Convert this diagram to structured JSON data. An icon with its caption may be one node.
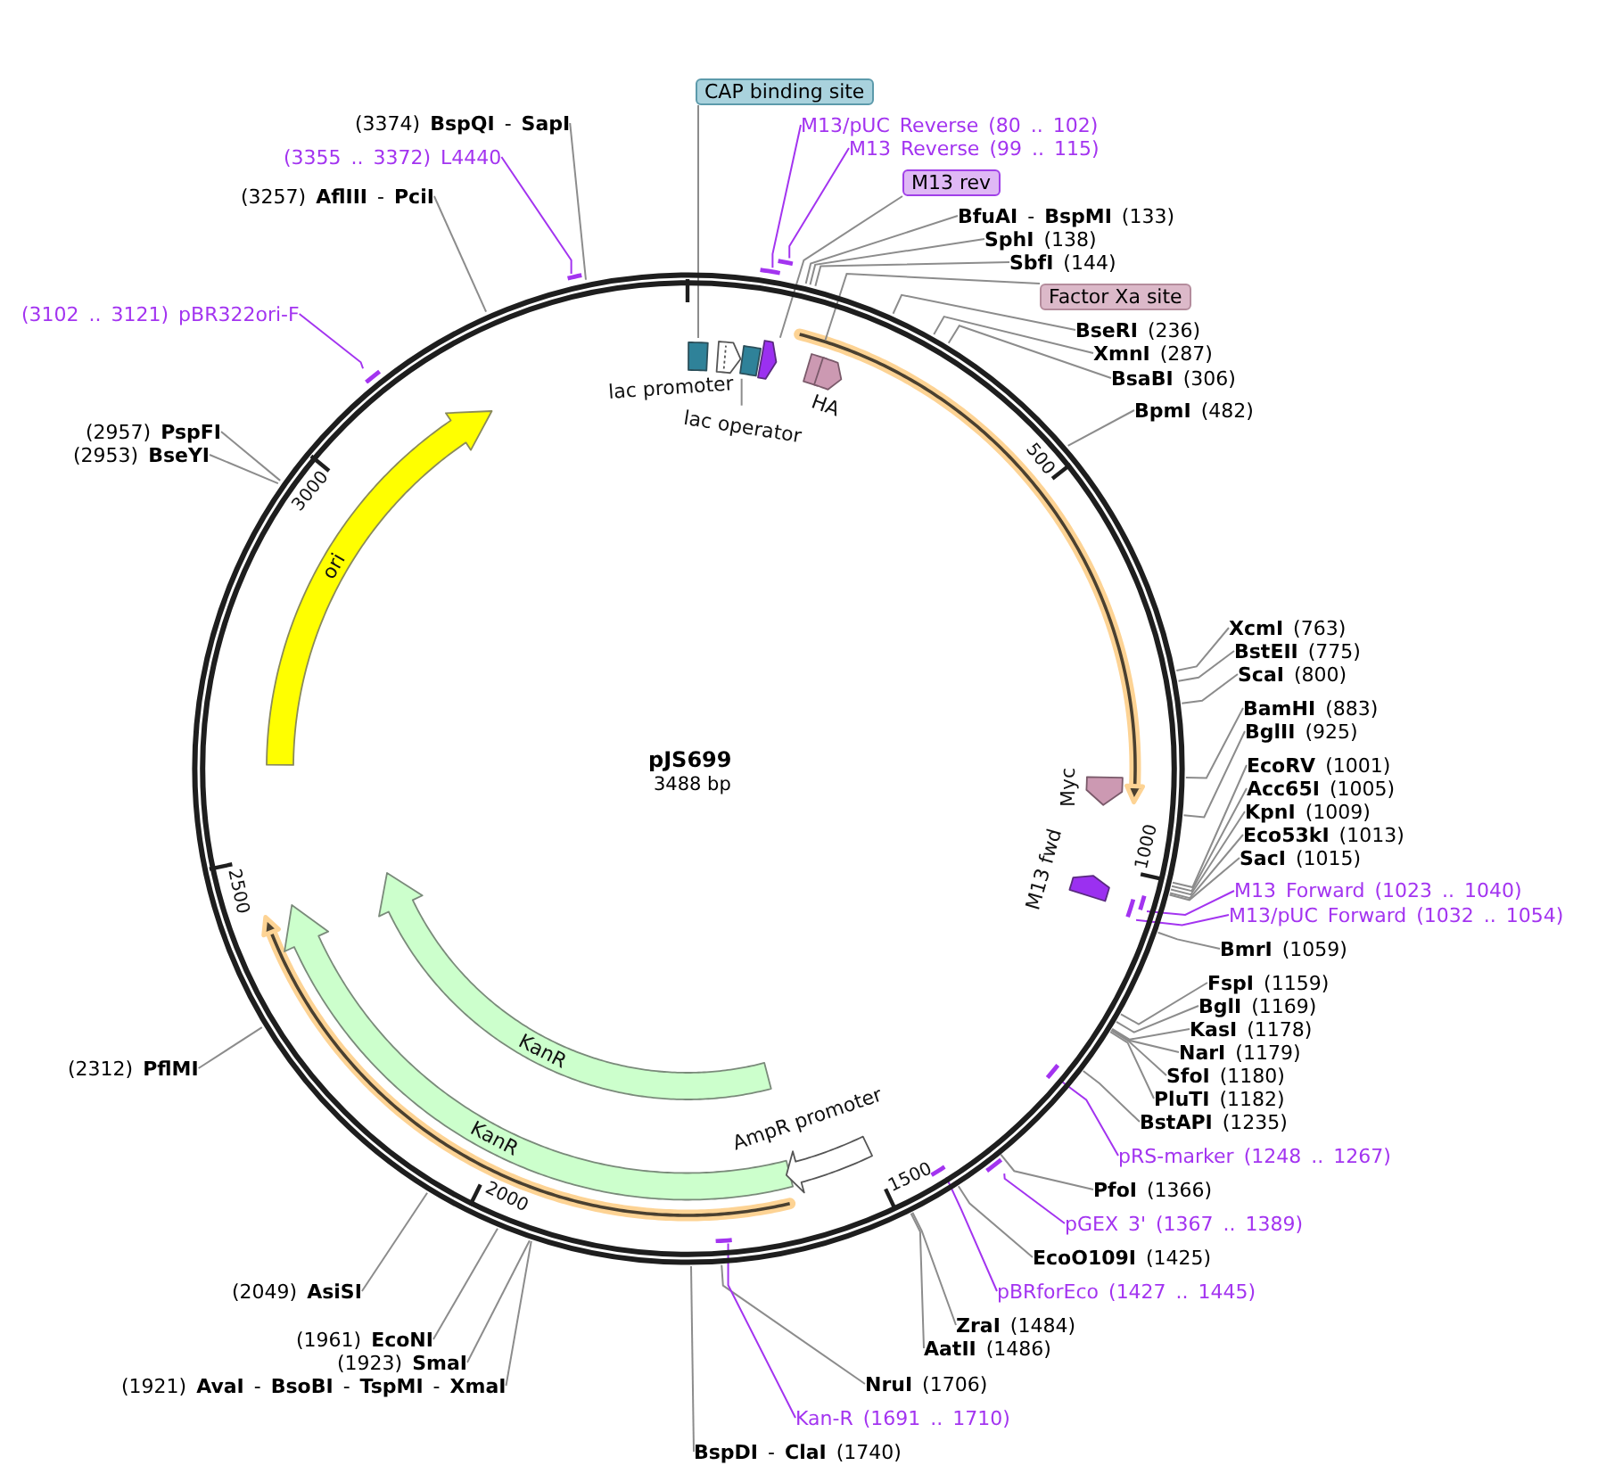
{
  "diagram": {
    "nodes": [
      {
        "text": [
          "pJS699",
          "3488 bp"
        ]
      },
      {
        "text": [],
        "shape": "box",
        "in": 0
      },
      {
        "text": [
          "lac promoter"
        ],
        "in": 0
      },
      {
        "text": [],
        "shape": "box",
        "in": 0
      },
      {
        "text": [],
        "shape": "arrow",
        "in": 0
      },
      {
        "text": [
          "HA"
        ],
        "in": 0
      },
      {
        "text": [
          "lac operator"
        ],
        "in": 0
      },
      {
        "text": [
          "ori"
        ],
        "in": 0
      },
      {
        "text": [
          "Myc"
        ],
        "in": 0
      },
      {
        "text": [
          "M13 fwd"
        ],
        "in": 0
      },
      {
        "text": [
          "KanR"
        ],
        "in": 0
      },
      {
        "text": [
          "KanR"
        ],
        "in": 0
      },
      {
        "text": [
          "AmpR promoter"
        ],
        "in": 0
      },
      {
        "text": [
          "CAP binding site"
        ]
      },
      {
        "text": [
          "(3374) **BspQI** - **SapI**"
        ]
      },
      {
        "text": [
          "M13/pUC Reverse (80 .. 102)"
        ]
      },
      {
        "text": [
          "M13 Reverse (99 .. 115)"
        ]
      },
      {
        "text": [
          "(3355 .. 3372) L4440"
        ]
      },
      {
        "text": [
          "M13 rev"
        ]
      },
      {
        "text": [
          "(3257) **AflIII** - **PciI**"
        ]
      },
      {
        "text": [
          "**BfuAI** - **BspMI** (133)"
        ]
      },
      {
        "text": [
          "**SphI** (138)"
        ]
      },
      {
        "text": [
          "**SbfI** (144)"
        ]
      },
      {
        "text": [],
        "shape": "bar"
      },
      {
        "text": [],
        "shape": "bar"
      },
      {
        "text": [],
        "shape": "bar"
      },
      {
        "text": [
          "Factor Xa site"
        ]
      },
      {
        "text": [
          "(3102 .. 3121) pBR322ori-F"
        ]
      },
      {
        "text": [
          "**BseRI** (236)"
        ]
      },
      {
        "text": [
          "**XmnI** (287)"
        ]
      },
      {
        "text": [],
        "shape": "bar"
      },
      {
        "text": [
          "**BsaBI** (306)"
        ]
      },
      {
        "text": [
          "**BpmI** (482)"
        ]
      },
      {
        "text": [
          "(2957) **PspFI**"
        ]
      },
      {
        "text": [
          "(2953) **BseYI**"
        ]
      },
      {
        "text": [
          "**XcmI** (763)"
        ]
      },
      {
        "text": [
          "**BstEII** (775)"
        ]
      },
      {
        "text": [
          "**ScaI** (800)"
        ]
      },
      {
        "text": [
          "**BamHI** (883)"
        ]
      },
      {
        "text": [
          "**BglII** (925)"
        ]
      },
      {
        "text": [
          "**EcoRV** (1001)"
        ]
      },
      {
        "text": [
          "**Acc65I** (1005)"
        ]
      },
      {
        "text": [
          "**KpnI** (1009)"
        ]
      },
      {
        "text": [
          "**Eco53kI** (1013)"
        ]
      },
      {
        "text": [
          "**SacI** (1015)"
        ]
      },
      {
        "text": [
          "M13 Forward (1023 .. 1040)"
        ]
      },
      {
        "text": [],
        "shape": "bar",
        "in": 0
      },
      {
        "text": [],
        "shape": "bar",
        "in": 0
      },
      {
        "text": [
          "M13/pUC Forward (1032 .. 1054)"
        ]
      },
      {
        "text": [
          "**BmrI** (1059)"
        ]
      },
      {
        "text": [
          "**FspI** (1159)"
        ]
      },
      {
        "text": [
          "**BglI** (1169)"
        ]
      },
      {
        "text": [
          "**KasI** (1178)"
        ]
      },
      {
        "text": [
          "**NarI** (1179)"
        ]
      },
      {
        "text": [
          "(2312) **PflMI**"
        ]
      },
      {
        "text": [
          "**SfoI** (1180)"
        ]
      },
      {
        "text": [],
        "shape": "bar",
        "in": 0
      },
      {
        "text": [
          "**PluTI** (1182)"
        ]
      },
      {
        "text": [
          "**BstAPI** (1235)"
        ]
      },
      {
        "text": [
          "pRS-marker (1248 .. 1267)"
        ]
      },
      {
        "text": [],
        "shape": "bar"
      },
      {
        "text": [],
        "shape": "bar",
        "in": 0
      },
      {
        "text": [
          "**PfoI** (1366)"
        ]
      },
      {
        "text": [
          "pGEX 3' (1367 .. 1389)"
        ]
      },
      {
        "text": [],
        "shape": "bar",
        "in": 0
      },
      {
        "text": [
          "**EcoO109I** (1425)"
        ]
      },
      {
        "text": [
          "(2049) **AsiSI**"
        ]
      },
      {
        "text": [
          "pBRforEco (1427 .. 1445)"
        ]
      },
      {
        "text": [
          "**ZraI** (1484)"
        ]
      },
      {
        "text": [
          "(1961) **EcoNI**"
        ]
      },
      {
        "text": [
          "**AatII** (1486)"
        ]
      },
      {
        "text": [
          "(1923) **SmaI**"
        ]
      },
      {
        "text": [
          "**NruI** (1706)"
        ]
      },
      {
        "text": [
          "(1921) **AvaI** - **BsoBI** - **TspMI** - **XmaI**"
        ]
      },
      {
        "text": [
          "Kan-R (1691 .. 1710)"
        ]
      },
      {
        "text": [
          "**BspDI** - **ClaI** (1740)"
        ]
      }
    ],
    "edges": [
      {
        "from": 6,
        "to": 3,
        "arrow": "none"
      },
      {
        "from": 13,
        "to": 1,
        "arrow": "none"
      },
      {
        "from": 14,
        "to": 0,
        "arrow": "none"
      },
      {
        "from": 15,
        "to": 24,
        "arrow": "none",
        "color": "#a334f0"
      },
      {
        "from": 16,
        "to": 25,
        "arrow": "none",
        "color": "#a334f0"
      },
      {
        "from": 17,
        "to": 23,
        "arrow": "none",
        "color": "#a334f0"
      },
      {
        "from": 18,
        "to": 4,
        "arrow": "none"
      },
      {
        "from": 19,
        "to": 0,
        "arrow": "none"
      },
      {
        "from": 20,
        "to": 0,
        "arrow": "none"
      },
      {
        "from": 21,
        "to": 0,
        "arrow": "none"
      },
      {
        "from": 22,
        "to": 0,
        "arrow": "none"
      },
      {
        "from": 26,
        "to": 0,
        "arrow": "none"
      },
      {
        "from": 27,
        "to": 30,
        "arrow": "none",
        "color": "#a334f0"
      },
      {
        "from": 28,
        "to": 0,
        "arrow": "none"
      },
      {
        "from": 29,
        "to": 0,
        "arrow": "none"
      },
      {
        "from": 31,
        "to": 0,
        "arrow": "none"
      },
      {
        "from": 32,
        "to": 0,
        "arrow": "none"
      },
      {
        "from": 33,
        "to": 0,
        "arrow": "none"
      },
      {
        "from": 34,
        "to": 0,
        "arrow": "none"
      },
      {
        "from": 35,
        "to": 0,
        "arrow": "none"
      },
      {
        "from": 36,
        "to": 0,
        "arrow": "none"
      },
      {
        "from": 37,
        "to": 0,
        "arrow": "none"
      },
      {
        "from": 38,
        "to": 0,
        "arrow": "none"
      },
      {
        "from": 39,
        "to": 0,
        "arrow": "none"
      },
      {
        "from": 40,
        "to": 0,
        "arrow": "none"
      },
      {
        "from": 41,
        "to": 0,
        "arrow": "none"
      },
      {
        "from": 42,
        "to": 0,
        "arrow": "none"
      },
      {
        "from": 43,
        "to": 0,
        "arrow": "none"
      },
      {
        "from": 44,
        "to": 0,
        "arrow": "none"
      },
      {
        "from": 45,
        "to": 46,
        "arrow": "none",
        "color": "#a334f0"
      },
      {
        "from": 48,
        "to": 47,
        "arrow": "none",
        "color": "#a334f0"
      },
      {
        "from": 49,
        "to": 0,
        "arrow": "none"
      },
      {
        "from": 50,
        "to": 0,
        "arrow": "none"
      },
      {
        "from": 51,
        "to": 0,
        "arrow": "none"
      },
      {
        "from": 52,
        "to": 0,
        "arrow": "none"
      },
      {
        "from": 53,
        "to": 0,
        "arrow": "none"
      },
      {
        "from": 54,
        "to": 0,
        "arrow": "none"
      },
      {
        "from": 55,
        "to": 0,
        "arrow": "none"
      },
      {
        "from": 57,
        "to": 0,
        "arrow": "none"
      },
      {
        "from": 58,
        "to": 0,
        "arrow": "none"
      },
      {
        "from": 59,
        "to": 56,
        "arrow": "none",
        "color": "#a334f0"
      },
      {
        "from": 62,
        "to": 0,
        "arrow": "none"
      },
      {
        "from": 63,
        "to": 60,
        "arrow": "none",
        "color": "#a334f0"
      },
      {
        "from": 65,
        "to": 0,
        "arrow": "none"
      },
      {
        "from": 66,
        "to": 0,
        "arrow": "none"
      },
      {
        "from": 67,
        "to": 61,
        "arrow": "none",
        "color": "#a334f0"
      },
      {
        "from": 68,
        "to": 0,
        "arrow": "none"
      },
      {
        "from": 69,
        "to": 0,
        "arrow": "none"
      },
      {
        "from": 70,
        "to": 0,
        "arrow": "none"
      },
      {
        "from": 71,
        "to": 0,
        "arrow": "none"
      },
      {
        "from": 72,
        "to": 0,
        "arrow": "none"
      },
      {
        "from": 73,
        "to": 0,
        "arrow": "none"
      },
      {
        "from": 74,
        "to": 64,
        "arrow": "none",
        "color": "#a334f0"
      },
      {
        "from": 75,
        "to": 0,
        "arrow": "none"
      }
    ],
    "labels": [
      "500",
      "3000",
      "1000",
      "2500",
      "1500",
      "2000"
    ]
  }
}
